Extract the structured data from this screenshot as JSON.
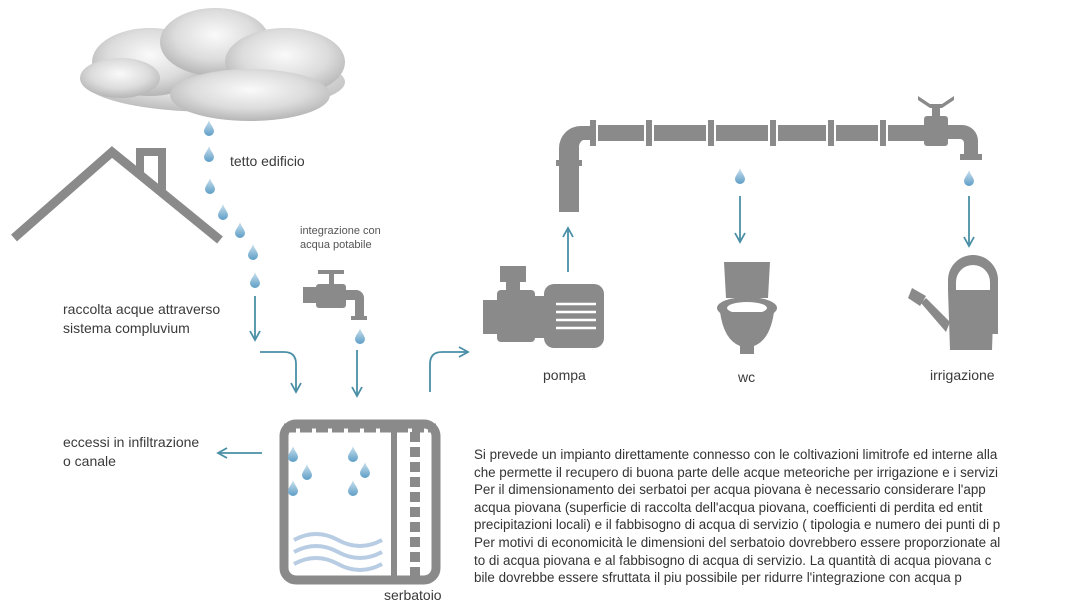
{
  "labels": {
    "roof": "tetto edificio",
    "integration_line1": "integrazione con",
    "integration_line2": "acqua potabile",
    "collection_line1": "raccolta acque attraverso",
    "collection_line2": "sistema compluvium",
    "excess_line1": "eccessi in infiltrazione",
    "excess_line2": "o canale",
    "pump": "pompa",
    "wc": "wc",
    "irrigation": "irrigazione",
    "tank": "serbatoio"
  },
  "paragraph": [
    "Si prevede un  impianto  direttamente  connesso con le coltivazioni limitrofe ed interne alla",
    "che permette  il recupero di buona parte delle acque meteoriche per irrigazione e i servizi",
    "Per il dimensionamento  dei serbatoi per  acqua piovana è  necessario  considerare  l'app",
    "acqua piovana (superficie di raccolta dell'acqua piovana,  coefficienti   di  perdita ed  entit",
    "precipitazioni locali) e il fabbisogno di acqua di servizio ( tipologia e  numero dei punti di p",
    "Per motivi di economicità le dimensioni del serbatoio dovrebbero  essere proporzionate al",
    "to di acqua piovana e al fabbisogno di acqua di servizio.   La quantità  di acqua piovana c",
    "bile dovrebbe essere sfruttata  il piu possibile  per  ridurre  l'integrazione con acqua p"
  ],
  "colors": {
    "arrow": "#4a8fa6",
    "icon_gray": "#8a8a8a",
    "drop": "#7fb4d4",
    "wave": "#b8cde4"
  },
  "icons": [
    "cloud-icon",
    "house-roof-icon",
    "faucet-icon",
    "pump-icon",
    "toilet-icon",
    "watering-can-icon",
    "tank-icon",
    "pipe-icon",
    "water-drop-icon"
  ]
}
